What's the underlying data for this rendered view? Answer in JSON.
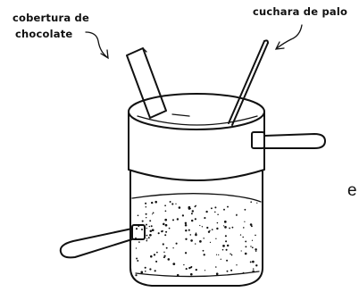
{
  "labels": {
    "coating_line1": "cobertura de",
    "coating_line2": "chocolate",
    "spoon": "cuchara de palo",
    "edge_letter": "e"
  },
  "colors": {
    "ink": "#111111",
    "background": "#ffffff"
  }
}
